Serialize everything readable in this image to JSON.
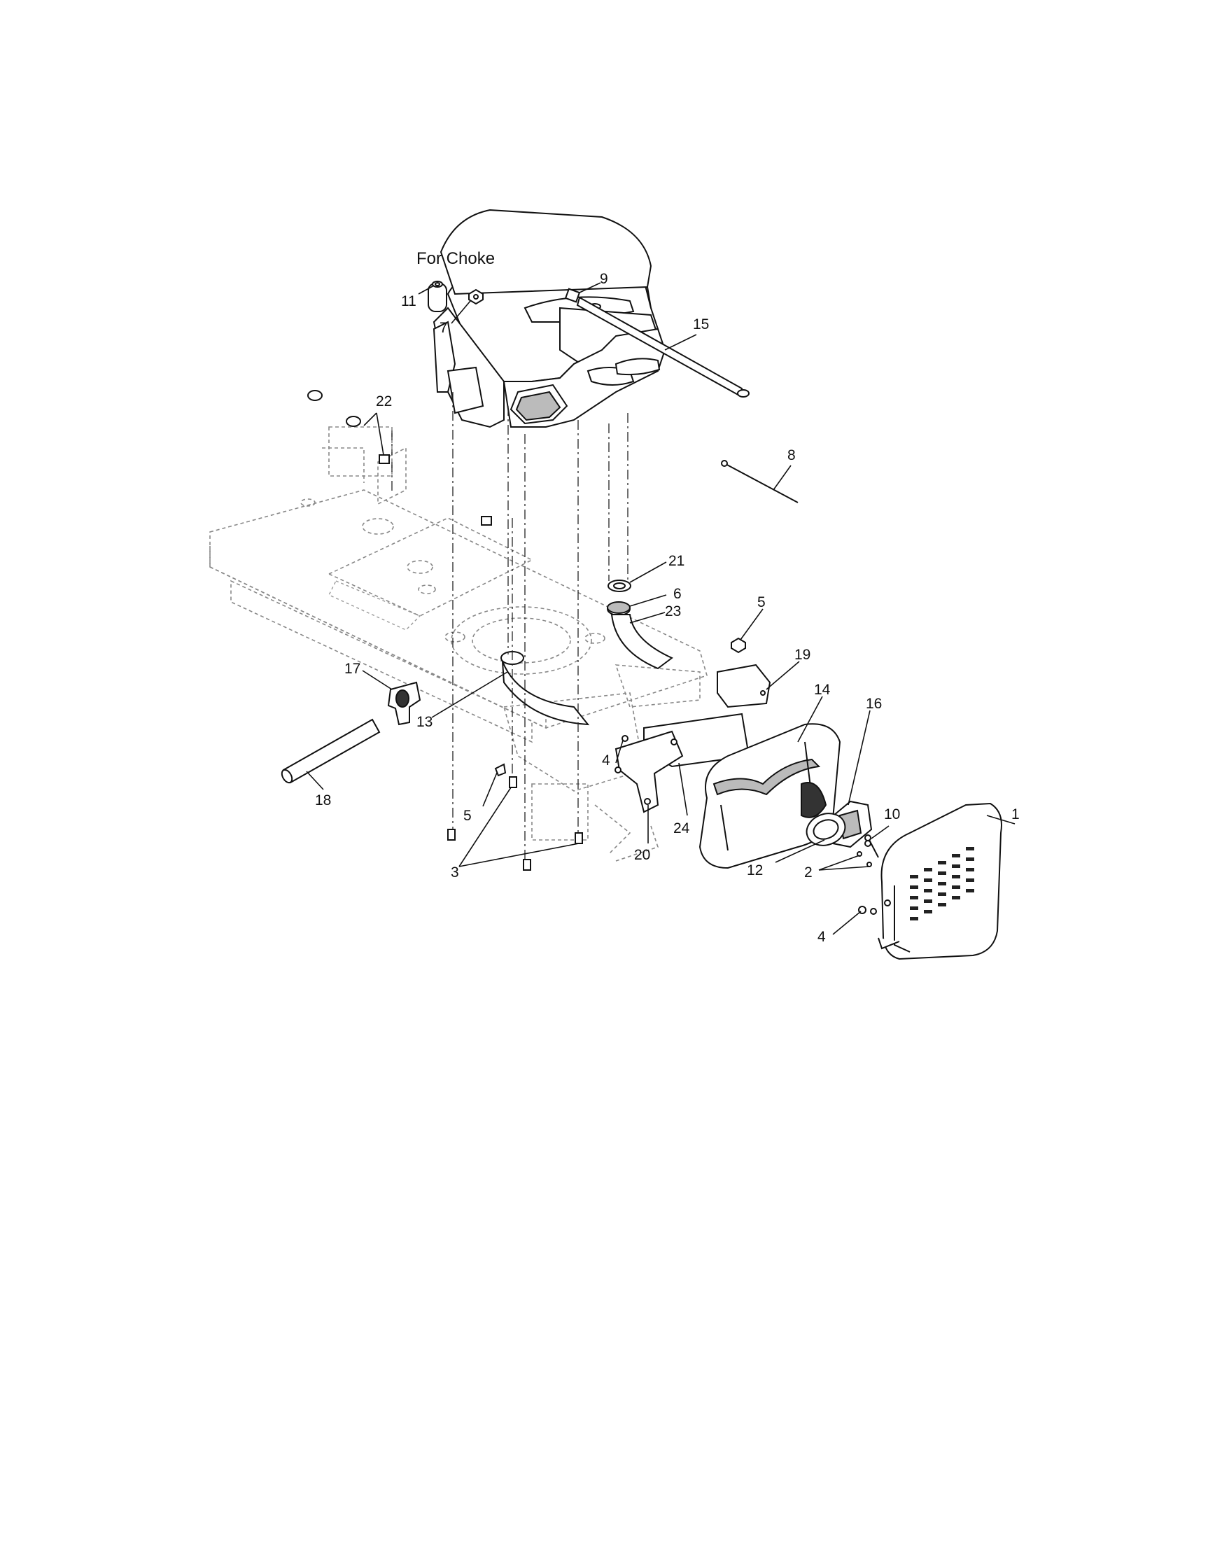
{
  "caption": "For Choke",
  "callouts": [
    {
      "id": "c11",
      "label": "11"
    },
    {
      "id": "c7",
      "label": "7"
    },
    {
      "id": "c9",
      "label": "9"
    },
    {
      "id": "c15",
      "label": "15"
    },
    {
      "id": "c22",
      "label": "22"
    },
    {
      "id": "c8",
      "label": "8"
    },
    {
      "id": "c21",
      "label": "21"
    },
    {
      "id": "c6",
      "label": "6"
    },
    {
      "id": "c23",
      "label": "23"
    },
    {
      "id": "c5a",
      "label": "5"
    },
    {
      "id": "c19",
      "label": "19"
    },
    {
      "id": "c17",
      "label": "17"
    },
    {
      "id": "c14",
      "label": "14"
    },
    {
      "id": "c16",
      "label": "16"
    },
    {
      "id": "c13",
      "label": "13"
    },
    {
      "id": "c4a",
      "label": "4"
    },
    {
      "id": "c1",
      "label": "1"
    },
    {
      "id": "c18",
      "label": "18"
    },
    {
      "id": "c5b",
      "label": "5"
    },
    {
      "id": "c10",
      "label": "10"
    },
    {
      "id": "c24",
      "label": "24"
    },
    {
      "id": "c20",
      "label": "20"
    },
    {
      "id": "c12",
      "label": "12"
    },
    {
      "id": "c2",
      "label": "2"
    },
    {
      "id": "c3",
      "label": "3"
    },
    {
      "id": "c4b",
      "label": "4"
    }
  ]
}
